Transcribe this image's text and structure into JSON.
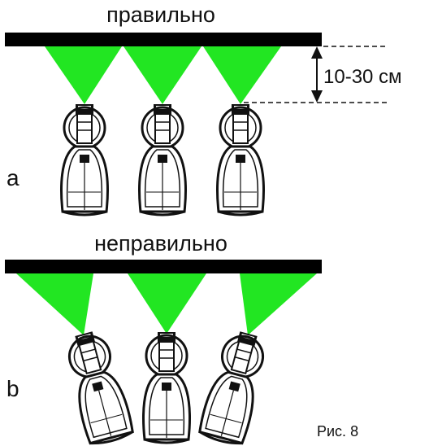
{
  "top_section": {
    "title": "правильно",
    "label": "a",
    "dimension": "10-30 см"
  },
  "bottom_section": {
    "title": "неправильно",
    "label": "b"
  },
  "caption": "Рис. 8",
  "colors": {
    "light_beam": "#22e622",
    "rail": "#000000",
    "outline": "#111111"
  }
}
